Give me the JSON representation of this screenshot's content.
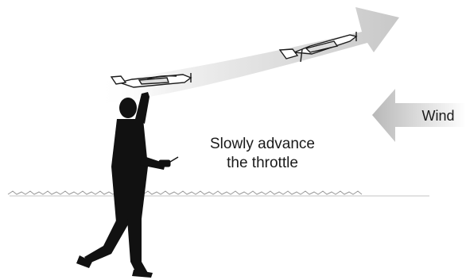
{
  "caption": {
    "line1": "Slowly advance",
    "line2": "the throttle"
  },
  "wind": {
    "label": "Wind"
  },
  "colors": {
    "ink": "#1a1a1a",
    "arrow_light": "#f3f3f3",
    "arrow_dark": "#bdbdbd",
    "grass": "#9a9a9a"
  },
  "icons": [
    "person-silhouette",
    "airplane-icon",
    "transmitter-icon",
    "flight-path-arrow",
    "wind-arrow"
  ]
}
